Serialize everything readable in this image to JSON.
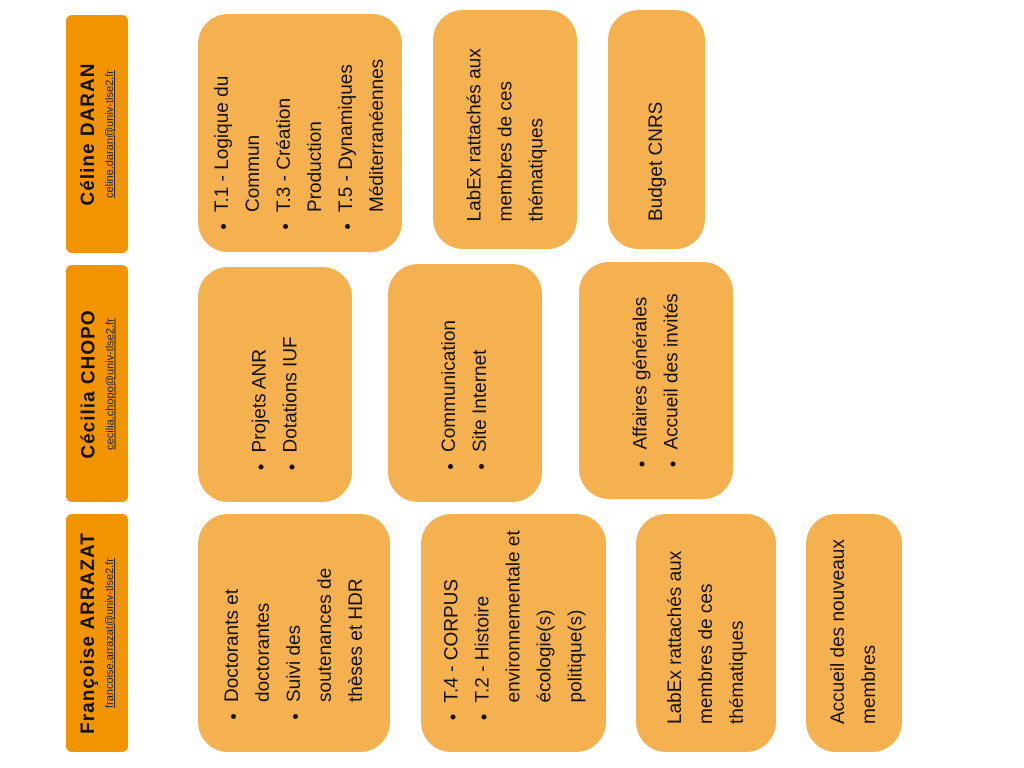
{
  "people": [
    {
      "name": "Céline DARAN",
      "email": "celine.daran@univ-tlse2.fr"
    },
    {
      "name": "Cécilia CHOPO",
      "email": "cecilia.chopo@univ-tlse2.fr"
    },
    {
      "name": "Françoise ARRAZAT",
      "email": "francoise.arrazat@univ-tlse2.fr"
    }
  ],
  "cards": {
    "daran_themes": [
      "T.1 - Logique du Commun",
      "T.3 - Création Production",
      "T.5 - Dynamiques Méditerranéennes"
    ],
    "daran_labex": "LabEx rattachés aux membres de ces thématiques",
    "daran_budget": "Budget CNRS",
    "chopo_projets": [
      "Projets ANR",
      "Dotations IUF"
    ],
    "chopo_comm": [
      "Communication",
      "Site Internet"
    ],
    "chopo_affaires": [
      "Affaires générales",
      "Accueil des invités"
    ],
    "arrazat_doct": [
      "Doctorants et doctorantes",
      "Suivi des soutenances de thèses et HDR"
    ],
    "arrazat_themes": [
      "T.4 - CORPUS",
      "T.2 - Histoire environnementale et écologie(s) politique(s)"
    ],
    "arrazat_labex": "LabEx rattachés aux membres de ces thématiques",
    "arrazat_accueil": "Accueil des nouveaux membres"
  }
}
